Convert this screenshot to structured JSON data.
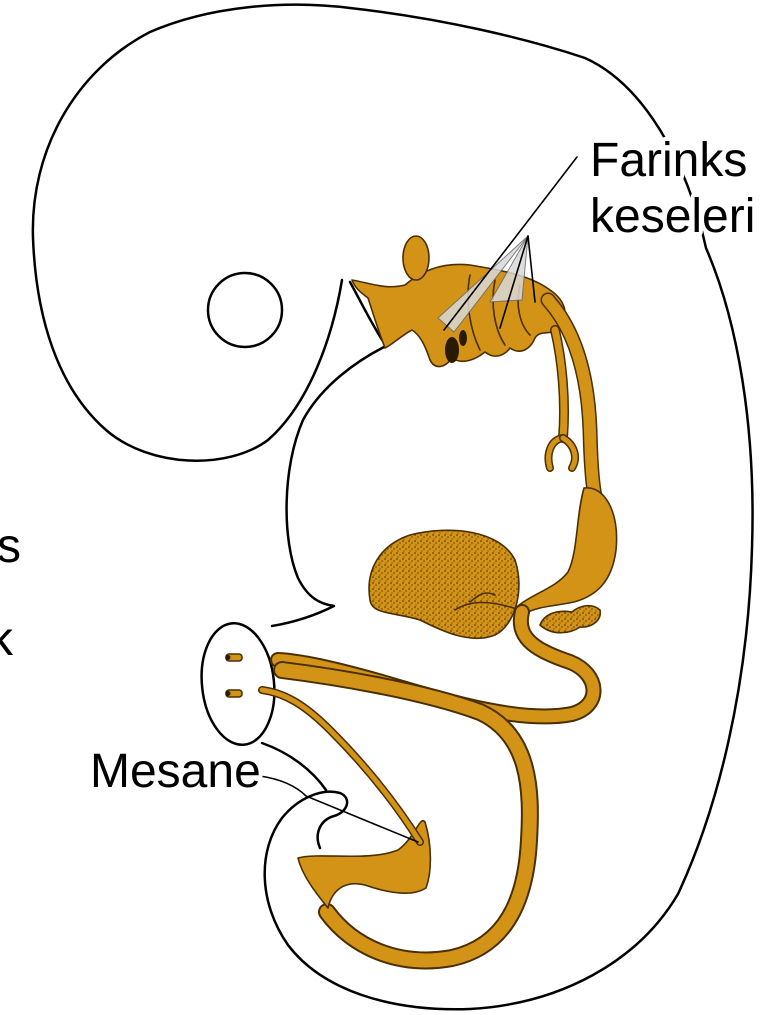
{
  "labels": {
    "pharyngeal_pouches": {
      "line1": "Farinks",
      "line2": "keseleri"
    },
    "bladder": "Mesane",
    "edge_fragment_1": "s",
    "edge_fragment_2": "k"
  },
  "colors": {
    "gut": "#d39317",
    "gut_outline": "#4a2f00",
    "stipple": "#3a2400",
    "pointer_fill": "#d9d9d9",
    "outline": "#000000",
    "background": "#ffffff"
  }
}
